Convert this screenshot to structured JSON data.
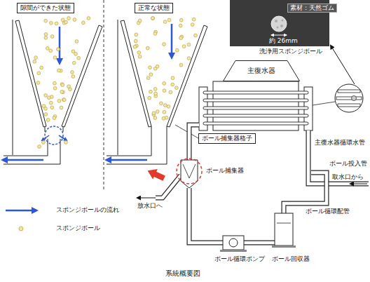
{
  "diagram": {
    "caption": "系統概要図",
    "nodes": [
      {
        "text": [
          "隙間ができた状態"
        ]
      },
      {
        "text": [
          "正常な状態"
        ]
      },
      {
        "text": [
          "ボール捕集器格子"
        ]
      },
      {
        "text": [
          "主復水器"
        ]
      }
    ],
    "labels": [
      "素材：天然ゴム",
      "約 26mm",
      "洗浄用スポンジボール",
      "主復水器循環水管",
      "ボール投入管",
      "取水口から",
      "ボール捕集器",
      "放水口へ",
      "ボール循環配管",
      "ボール循環ポンプ",
      "ボール回収器"
    ],
    "legend": [
      {
        "text": "スポンジボールの流れ"
      },
      {
        "text": "スポンジボール"
      }
    ]
  }
}
